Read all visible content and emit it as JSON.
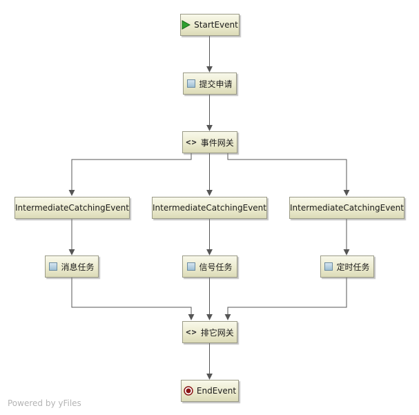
{
  "diagram": {
    "nodes": {
      "start_event": {
        "label": "StartEvent",
        "icon": "play-icon"
      },
      "submit_request": {
        "label": "提交申请",
        "icon": "task-icon"
      },
      "event_gateway": {
        "label": "事件网关",
        "icon": "gateway-icon",
        "glyph": "<>"
      },
      "catch_left": {
        "label": "IntermediateCatchingEvent"
      },
      "catch_middle": {
        "label": "IntermediateCatchingEvent"
      },
      "catch_right": {
        "label": "IntermediateCatchingEvent"
      },
      "message_task": {
        "label": "消息任务",
        "icon": "task-icon"
      },
      "signal_task": {
        "label": "信号任务",
        "icon": "task-icon"
      },
      "timer_task": {
        "label": "定时任务",
        "icon": "task-icon"
      },
      "exclusive_gateway": {
        "label": "排它网关",
        "icon": "gateway-icon",
        "glyph": "<>"
      },
      "end_event": {
        "label": "EndEvent",
        "icon": "end-event-icon"
      }
    },
    "edges": [
      {
        "from": "start_event",
        "to": "submit_request"
      },
      {
        "from": "submit_request",
        "to": "event_gateway"
      },
      {
        "from": "event_gateway",
        "to": "catch_left"
      },
      {
        "from": "event_gateway",
        "to": "catch_middle"
      },
      {
        "from": "event_gateway",
        "to": "catch_right"
      },
      {
        "from": "catch_left",
        "to": "message_task"
      },
      {
        "from": "catch_middle",
        "to": "signal_task"
      },
      {
        "from": "catch_right",
        "to": "timer_task"
      },
      {
        "from": "message_task",
        "to": "exclusive_gateway"
      },
      {
        "from": "signal_task",
        "to": "exclusive_gateway"
      },
      {
        "from": "timer_task",
        "to": "exclusive_gateway"
      },
      {
        "from": "exclusive_gateway",
        "to": "end_event"
      }
    ],
    "colors": {
      "edge": "#555555",
      "node_border": "#9a9a86",
      "start_icon": "#2ea02e",
      "end_icon": "#8a1414"
    }
  },
  "watermark": "Powered by yFiles"
}
